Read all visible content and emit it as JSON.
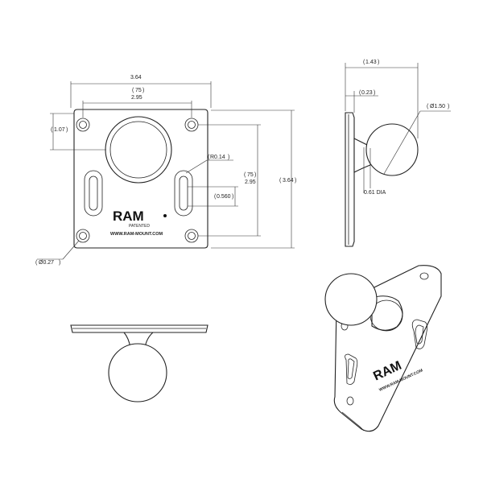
{
  "front_view": {
    "dim_width": "3.64",
    "dim_hole_spacing_a": "75",
    "dim_hole_spacing_b": "2.95",
    "dim_top_offset": "1.07",
    "dim_slot_radius": "R0.14",
    "dim_slot_spacing": "0.560",
    "dim_vert_spacing_a": "75",
    "dim_vert_spacing_b": "2.95",
    "dim_height": "3.64",
    "dim_hole_dia": "Ø0.27",
    "logo": "RAM",
    "patented": "PATENTED",
    "website": "WWW.RAM-MOUNT.COM"
  },
  "side_view": {
    "dim_total_depth": "1.43",
    "dim_plate_thickness": "0.23",
    "dim_ball_dia": "Ø1.50",
    "dim_neck_dia": "0.61 DIA"
  },
  "iso_view": {
    "logo": "RAM",
    "website": "WWW.RAM-MOUNT.COM"
  }
}
